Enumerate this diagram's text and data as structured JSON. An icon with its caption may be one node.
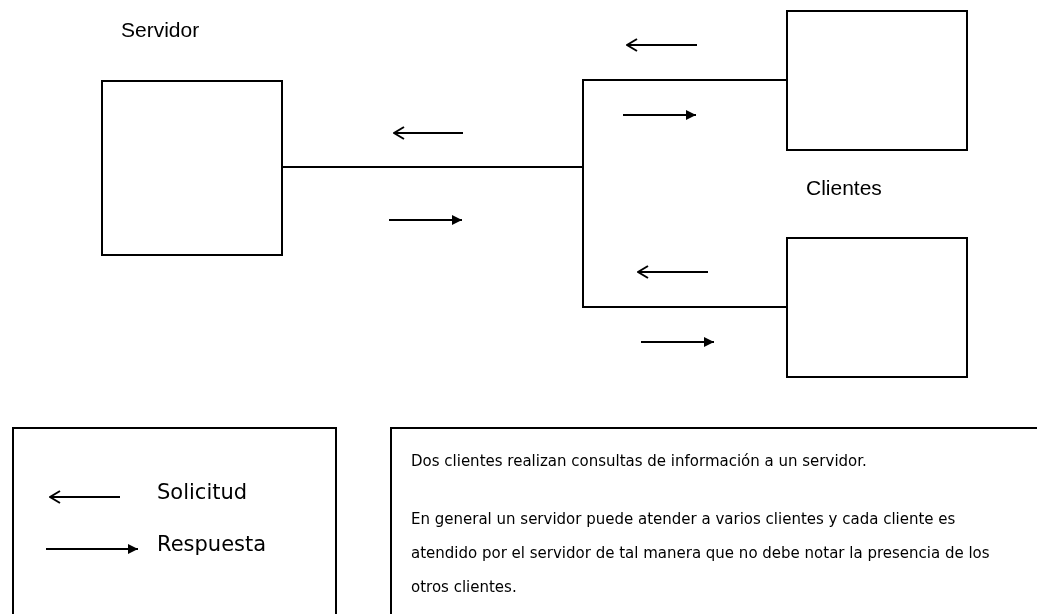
{
  "diagram": {
    "nodes": [
      {
        "text": [],
        "shape": "box",
        "beside": [
          "Servidor"
        ]
      },
      {
        "text": [],
        "shape": "box"
      },
      {
        "text": [],
        "shape": "box"
      },
      {
        "text": [
          "Dos clientes realizan consultas de información a un servidor.",
          "En general un servidor puede atender a varios clientes y cada cliente es atendido por el servidor de tal manera que no debe notar la presencia de los otros clientes."
        ]
      }
    ],
    "edges": [
      {
        "from": 0,
        "to": 1,
        "arrow": "none"
      },
      {
        "from": 0,
        "to": 2,
        "arrow": "none"
      }
    ],
    "labels": [
      "Clientes"
    ],
    "legend": [
      {
        "text": "Solicitud"
      },
      {
        "text": "Respuesta"
      }
    ]
  }
}
